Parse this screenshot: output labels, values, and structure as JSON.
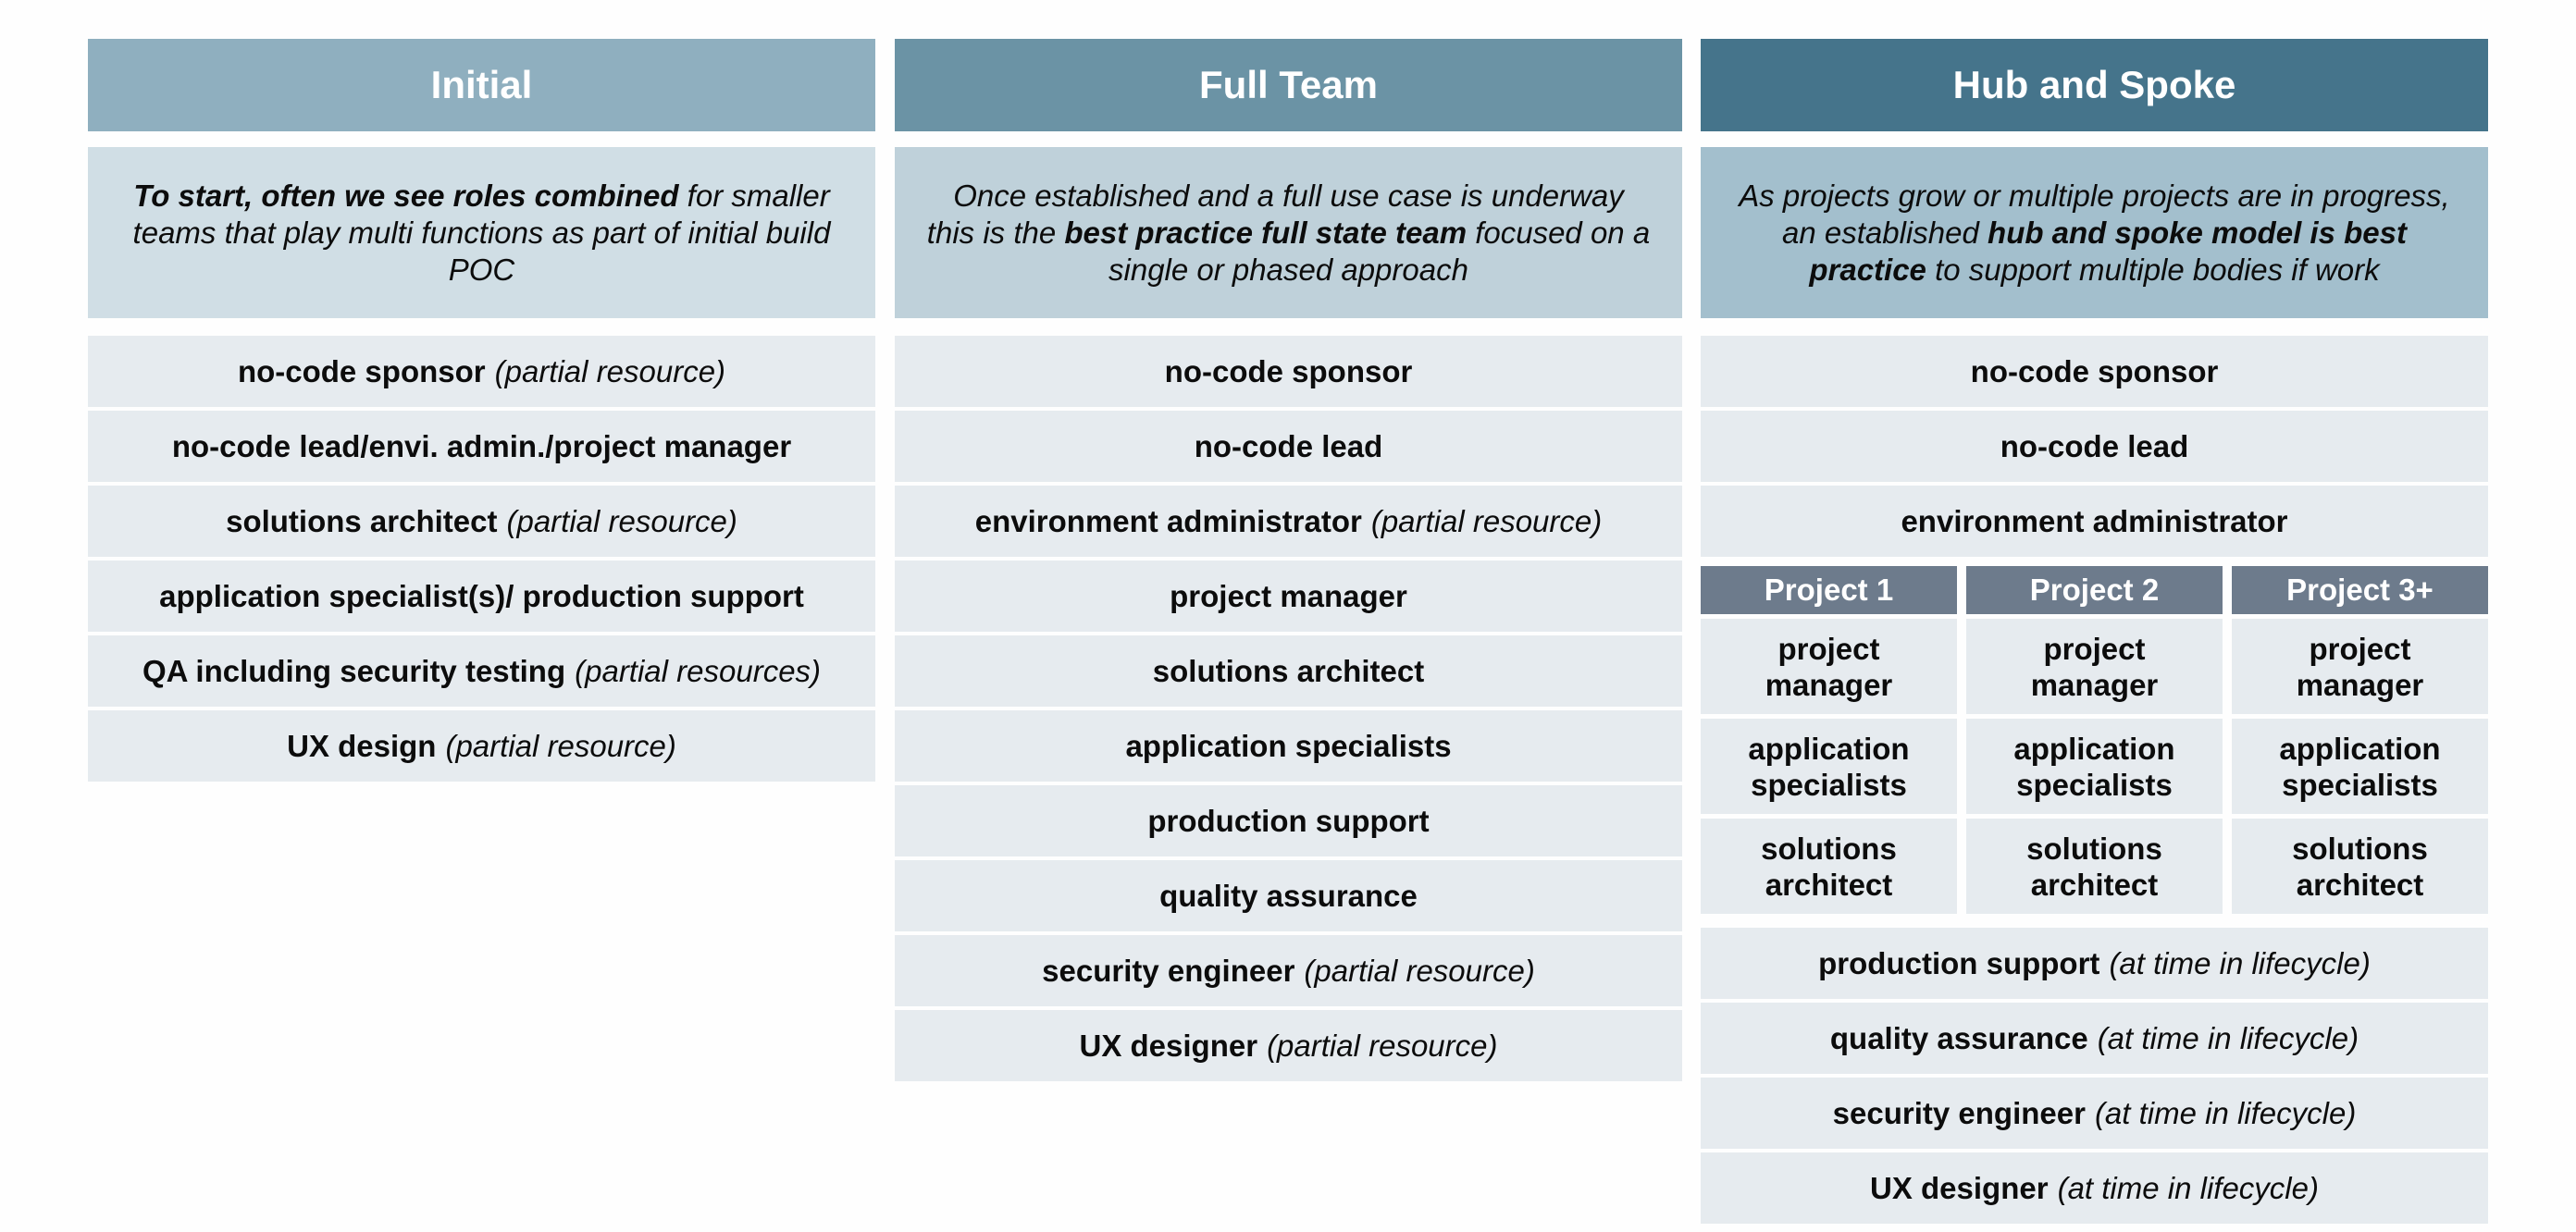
{
  "columns": [
    {
      "title": "Initial",
      "desc": {
        "bold": "To start, often we see roles combined",
        "rest": " for smaller teams that play multi functions as part of initial build POC"
      },
      "roles": [
        {
          "role": "no-code sponsor",
          "note": "(partial resource)"
        },
        {
          "role": "no-code lead/envi. admin./project manager",
          "note": ""
        },
        {
          "role": "solutions architect",
          "note": "(partial resource)"
        },
        {
          "role": "application specialist(s)/ production support",
          "note": ""
        },
        {
          "role": "QA including security testing",
          "note": "(partial resources)"
        },
        {
          "role": "UX design",
          "note": "(partial resource)"
        }
      ]
    },
    {
      "title": "Full Team",
      "desc": {
        "pre": "Once established and a full use case is underway this is the ",
        "bold": "best practice full state team",
        "post": " focused on a single or phased approach"
      },
      "roles": [
        {
          "role": "no-code sponsor",
          "note": ""
        },
        {
          "role": "no-code lead",
          "note": ""
        },
        {
          "role": "environment administrator",
          "note": "(partial resource)"
        },
        {
          "role": "project manager",
          "note": ""
        },
        {
          "role": "solutions architect",
          "note": ""
        },
        {
          "role": "application specialists",
          "note": ""
        },
        {
          "role": "production support",
          "note": ""
        },
        {
          "role": "quality assurance",
          "note": ""
        },
        {
          "role": "security engineer",
          "note": "(partial resource)"
        },
        {
          "role": "UX designer",
          "note": "(partial resource)"
        }
      ]
    },
    {
      "title": "Hub and Spoke",
      "desc": {
        "pre": "As projects grow or multiple projects are in progress, an established ",
        "bold": "hub and spoke model is best practice",
        "post": " to support multiple bodies if work"
      },
      "roles_top": [
        {
          "role": "no-code sponsor",
          "note": ""
        },
        {
          "role": "no-code lead",
          "note": ""
        },
        {
          "role": "environment administrator",
          "note": ""
        }
      ],
      "projects": [
        {
          "name": "Project 1",
          "roles": [
            "project manager",
            "application specialists",
            "solutions architect"
          ]
        },
        {
          "name": "Project 2",
          "roles": [
            "project manager",
            "application specialists",
            "solutions architect"
          ]
        },
        {
          "name": "Project 3+",
          "roles": [
            "project manager",
            "application specialists",
            "solutions architect"
          ]
        }
      ],
      "roles_bottom": [
        {
          "role": "production support",
          "note": "(at time in lifecycle)"
        },
        {
          "role": "quality assurance",
          "note": "(at time in lifecycle)"
        },
        {
          "role": "security engineer",
          "note": "(at time in lifecycle)"
        },
        {
          "role": "UX designer",
          "note": "(at time in lifecycle)"
        }
      ]
    }
  ],
  "colors": {
    "initial_header": "#8fafbf",
    "full_team_header": "#6b93a5",
    "hub_header": "#45748b",
    "project_header": "#6d7b8c",
    "row_bg": "#e6ebef"
  }
}
